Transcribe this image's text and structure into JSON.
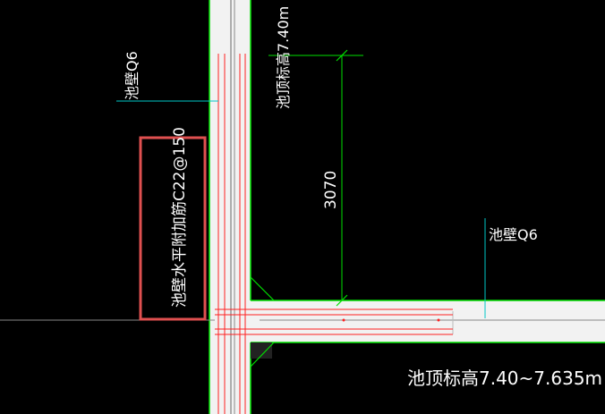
{
  "labels": {
    "wall_left": "池壁Q6",
    "top_elevation": "池顶标高7.40m",
    "dimension": "3070",
    "wall_right": "池壁Q6",
    "rebar_note": "池壁水平附加筋C22@150",
    "bottom_elevation": "池顶标高7.40~7.635m"
  },
  "colors": {
    "background": "#000000",
    "wall_fill": "#f2f2f2",
    "wall_border": "#00e000",
    "rebar": "#ff2020",
    "leader": "#00c8c8",
    "dimension": "#00e000",
    "highlight_box": "#e05050",
    "text": "#ffffff"
  }
}
